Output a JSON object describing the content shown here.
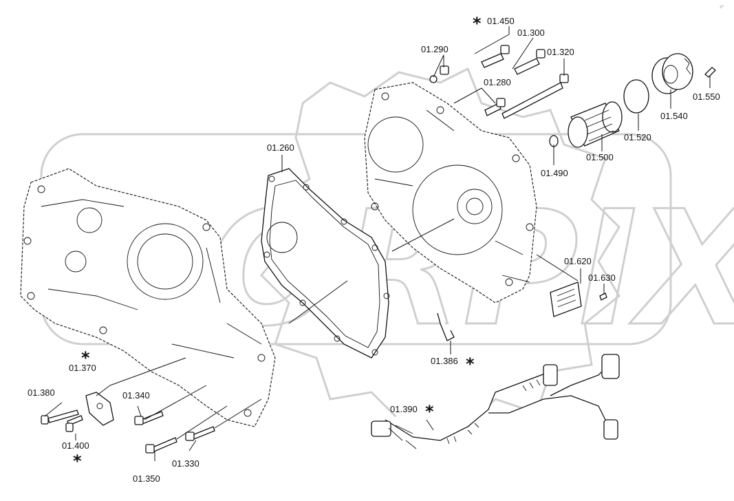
{
  "labels": {
    "p01260": "01.260",
    "p01280": "01.280",
    "p01290": "01.290",
    "p01300": "01.300",
    "p01320": "01.320",
    "p01330": "01.330",
    "p01340": "01.340",
    "p01350": "01.350",
    "p01370": "01.370",
    "p01380": "01.380",
    "p01386": "01.386",
    "p01390": "01.390",
    "p01400": "01.400",
    "p01450": "01.450",
    "p01490": "01.490",
    "p01500": "01.500",
    "p01520": "01.520",
    "p01540": "01.540",
    "p01550": "01.550",
    "p01620": "01.620",
    "p01630": "01.630"
  },
  "star_symbol": "*",
  "corner_mark": "ↄ°",
  "watermark": "ORPIX",
  "colors": {
    "ink": "#111111",
    "watermark": "#cfcfcf",
    "background": "#ffffff"
  }
}
